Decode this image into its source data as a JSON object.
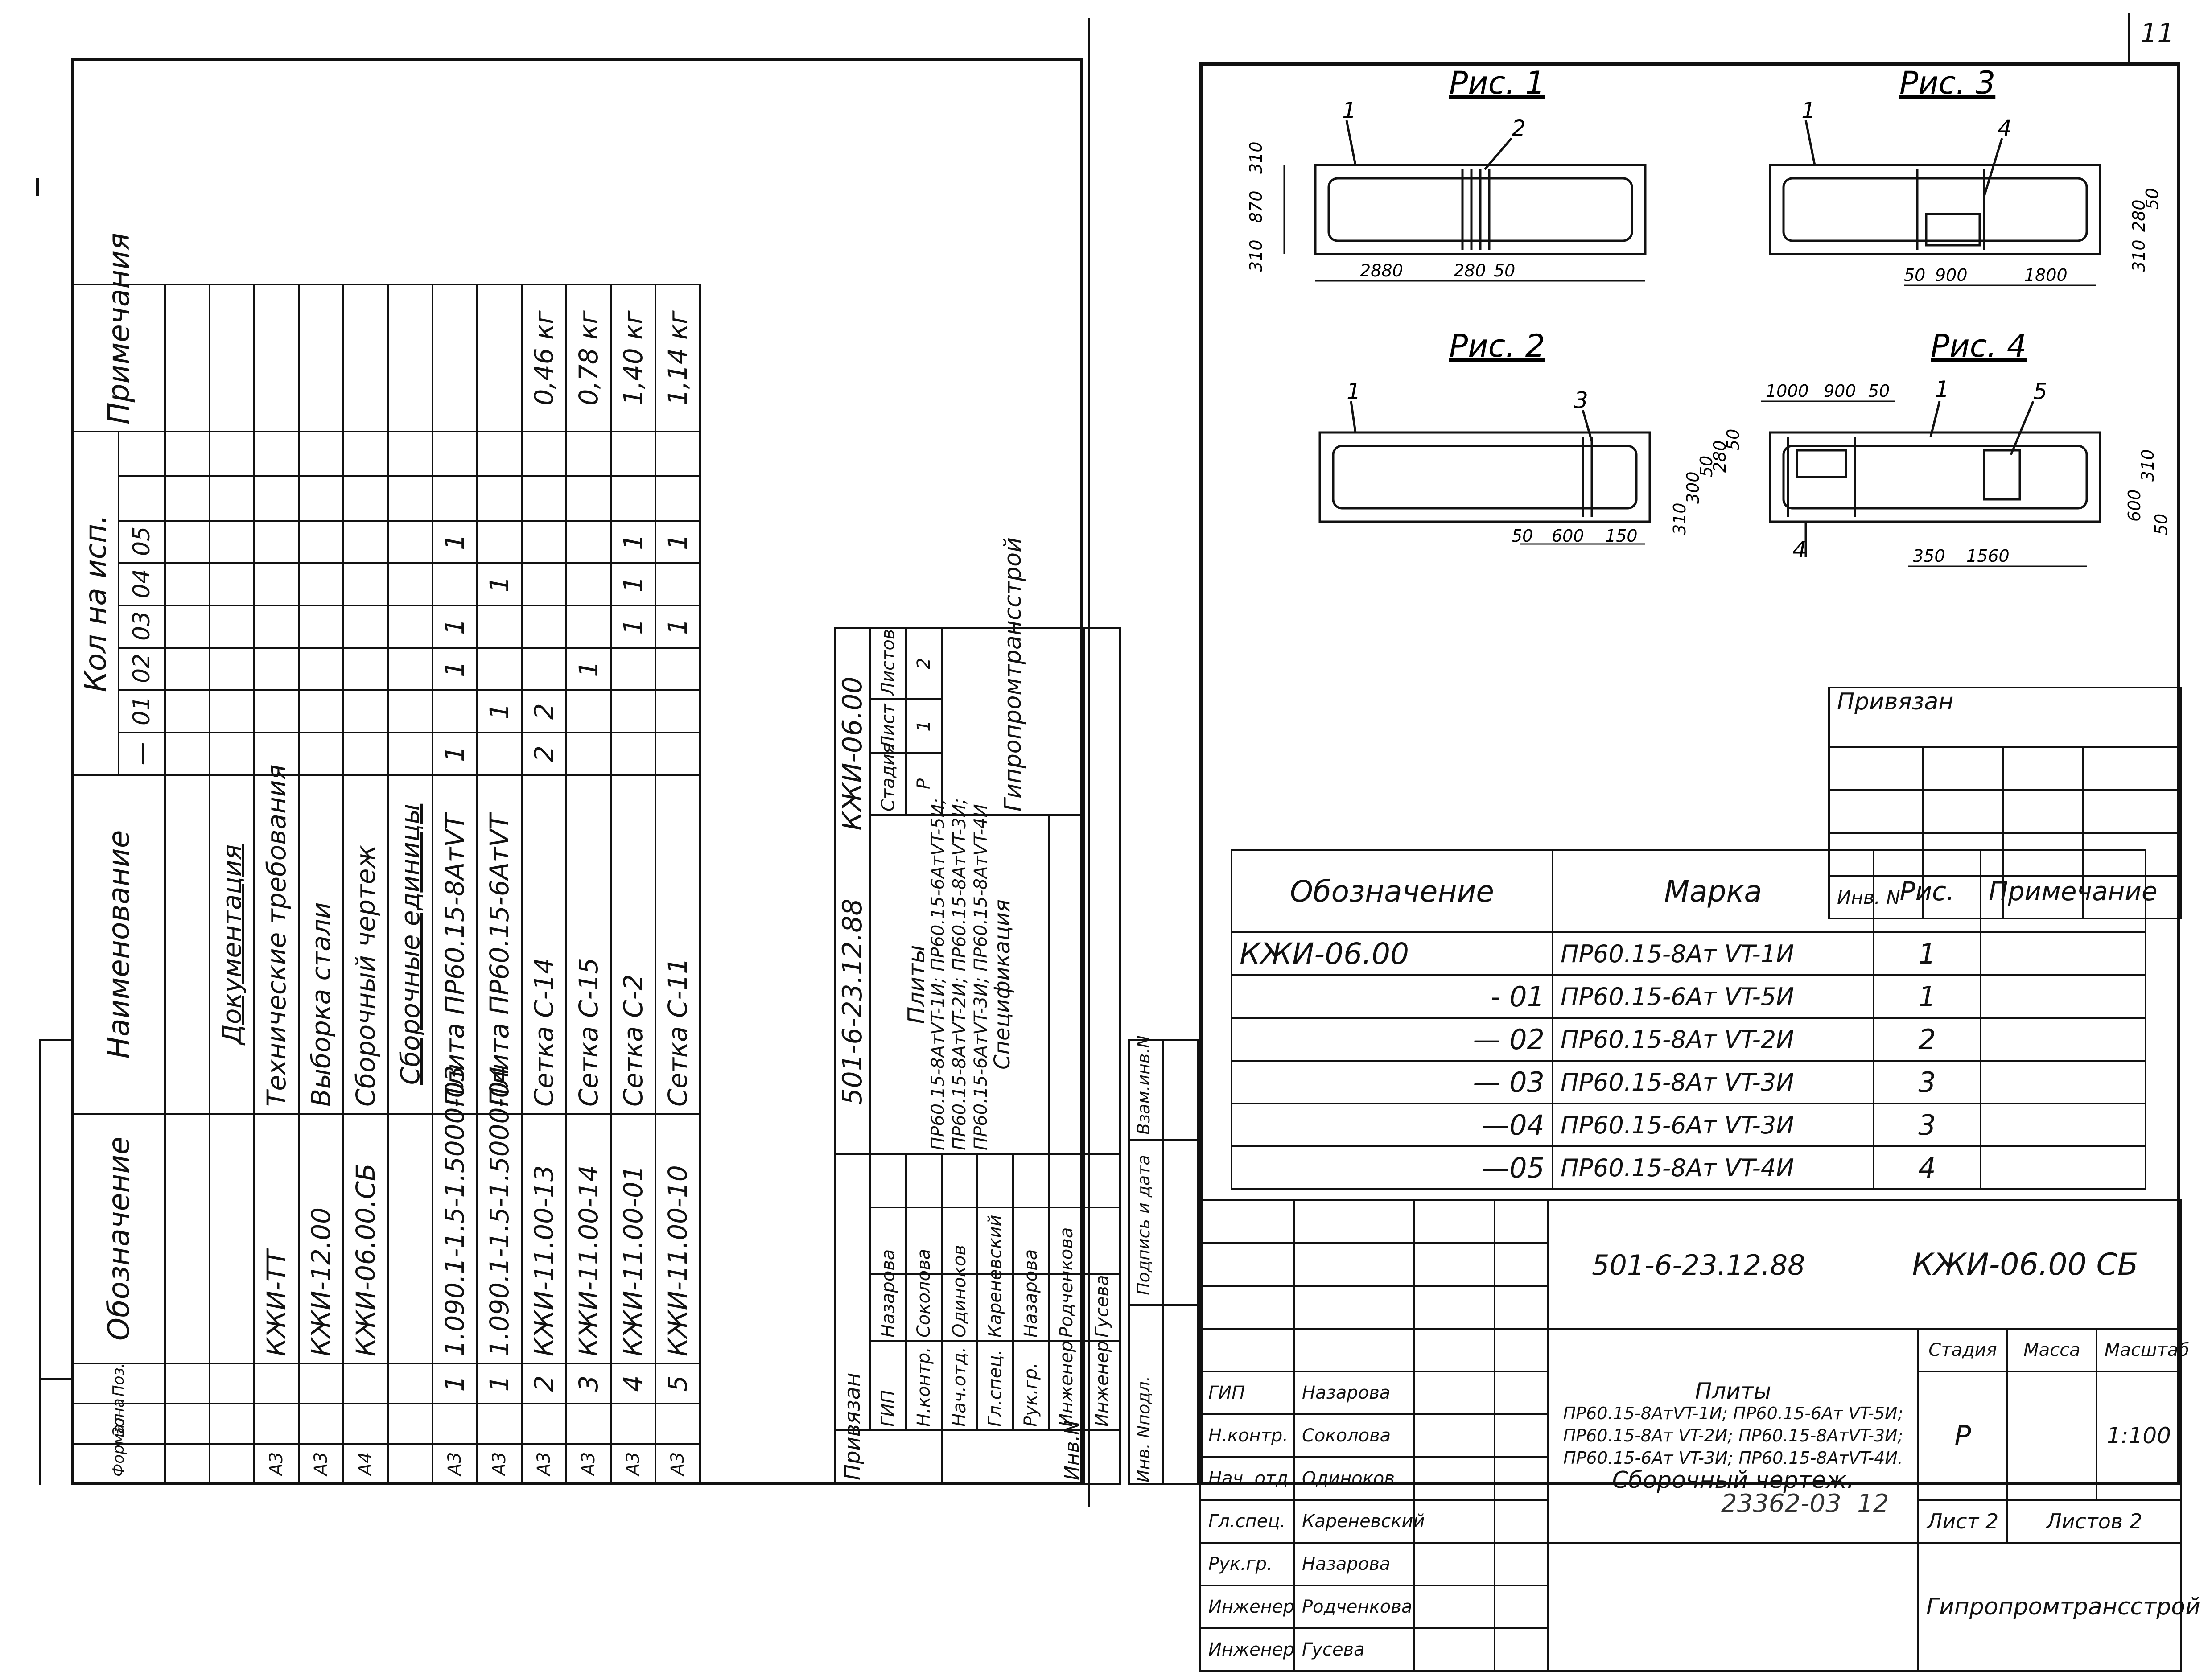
{
  "page_number": "11",
  "bottom_number": "23362-03  12",
  "left_sheet": {
    "headers": {
      "format": "Формат",
      "zone": "Зона",
      "pos": "Поз.",
      "designation": "Обозначение",
      "name": "Наименование",
      "qty": "Кол на исп.",
      "note": "Примечания",
      "variants": [
        "—",
        "01",
        "02",
        "03",
        "04",
        "05"
      ]
    },
    "sections": {
      "docs": "Документация",
      "units": "Сборочные единицы"
    },
    "doc_rows": [
      {
        "format": "А3",
        "designation": "КЖИ-ТТ",
        "name": "Технические требования"
      },
      {
        "format": "А3",
        "designation": "КЖИ-12.00",
        "name": "Выборка стали"
      },
      {
        "format": "А4",
        "designation": "КЖИ-06.00.СБ",
        "name": "Сборочный чертеж"
      }
    ],
    "unit_rows": [
      {
        "format": "А3",
        "pos": "1",
        "designation": "1.090.1-1.5-1.5000-03",
        "name": "Плита ПР60.15-8АтVT",
        "q": [
          "1",
          "",
          "1",
          "1",
          "",
          "1"
        ],
        "note": ""
      },
      {
        "format": "А3",
        "pos": "1",
        "designation": "1.090.1-1.5-1.5000-04",
        "name": "Плита ПР60.15-6АтVT",
        "q": [
          "",
          "1",
          "",
          "",
          "1",
          ""
        ],
        "note": ""
      },
      {
        "format": "А3",
        "pos": "2",
        "designation": "КЖИ-11.00-13",
        "name": "Сетка  С-14",
        "q": [
          "2",
          "2",
          "",
          "",
          "",
          ""
        ],
        "note": "0,46 кг"
      },
      {
        "format": "А3",
        "pos": "3",
        "designation": "КЖИ-11.00-14",
        "name": "Сетка  С-15",
        "q": [
          "",
          "",
          "1",
          "",
          "",
          ""
        ],
        "note": "0,78 кг"
      },
      {
        "format": "А3",
        "pos": "4",
        "designation": "КЖИ-11.00-01",
        "name": "Сетка  С-2",
        "q": [
          "",
          "",
          "",
          "1",
          "1",
          "1"
        ],
        "note": "1,40 кг"
      },
      {
        "format": "А3",
        "pos": "5",
        "designation": "КЖИ-11.00-10",
        "name": "Сетка  С-11",
        "q": [
          "",
          "",
          "",
          "1",
          "",
          "1"
        ],
        "note": "1,14 кг"
      }
    ],
    "stamp": {
      "bound": "Привязан",
      "inv": "Инв.N",
      "project": "501-6-23.12.88",
      "code": "КЖИ-06.00",
      "title": "Плиты",
      "desc_lines": [
        "ПР60.15-8АтVT-1И; ПР60.15-6АтVT-5И;",
        "ПР60.15-8АтVT-2И; ПР60.15-8АтVT-3И;",
        "ПР60.15-6АтVT-3И; ПР60.15-8АтVT-4И"
      ],
      "doc_type": "Спецификация",
      "stage_label": "Стадия",
      "sheet_label": "Лист",
      "sheets_label": "Листов",
      "stage": "Р",
      "sheet": "1",
      "sheets": "2",
      "org": "Гипропромтрансстрой",
      "people": [
        {
          "role": "ГИП",
          "name": "Назарова"
        },
        {
          "role": "Н.контр.",
          "name": "Соколова"
        },
        {
          "role": "Нач.отд.",
          "name": "Одиноков"
        },
        {
          "role": "Гл.спец.",
          "name": "Кареневский"
        },
        {
          "role": "Рук.гр.",
          "name": "Назарова"
        },
        {
          "role": "Инженер",
          "name": "Родченкова"
        },
        {
          "role": "Инженер",
          "name": "Гусева"
        }
      ]
    }
  },
  "right_sheet": {
    "figures": {
      "f1": {
        "title": "Рис. 1",
        "dims": [
          "310",
          "870",
          "310",
          "2880",
          "280",
          "50"
        ],
        "callouts": [
          "1",
          "2"
        ]
      },
      "f2": {
        "title": "Рис. 2",
        "dims": [
          "50",
          "600",
          "150",
          "310",
          "300",
          "50",
          "280",
          "50"
        ],
        "callouts": [
          "1",
          "3"
        ]
      },
      "f3": {
        "title": "Рис. 3",
        "dims": [
          "50",
          "900",
          "1800",
          "310",
          "280",
          "50"
        ],
        "callouts": [
          "1",
          "4"
        ]
      },
      "f4": {
        "title": "Рис. 4",
        "dims": [
          "1000",
          "900",
          "50",
          "350",
          "1560",
          "600",
          "310",
          "50"
        ],
        "callouts": [
          "1",
          "4",
          "5"
        ]
      }
    },
    "bound": "Привязан",
    "inv": "Инв. N",
    "marks": {
      "headers": [
        "Обозначение",
        "Марка",
        "Рис.",
        "Примечание"
      ],
      "rows": [
        {
          "designation": "КЖИ-06.00",
          "mark": "ПР60.15-8Ат VT-1И",
          "fig": "1"
        },
        {
          "designation": "- 01",
          "mark": "ПР60.15-6Ат VT-5И",
          "fig": "1"
        },
        {
          "designation": "— 02",
          "mark": "ПР60.15-8Ат VT-2И",
          "fig": "2"
        },
        {
          "designation": "— 03",
          "mark": "ПР60.15-8Ат VT-3И",
          "fig": "3"
        },
        {
          "designation": "—04",
          "mark": "ПР60.15-6Ат VT-3И",
          "fig": "3"
        },
        {
          "designation": "—05",
          "mark": "ПР60.15-8Ат VT-4И",
          "fig": "4"
        }
      ]
    },
    "side_labels": [
      "Инв. Nподл.",
      "Подпись и дата",
      "Взам.инв.N"
    ],
    "stamp": {
      "project": "501-6-23.12.88",
      "code": "КЖИ-06.00 СБ",
      "title": "Плиты",
      "desc_lines": [
        "ПР60.15-8АтVT-1И;  ПР60.15-6Ат VT-5И;",
        "ПР60.15-8Ат VT-2И; ПР60.15-8АтVT-3И;",
        "ПР60.15-6Ат VT-3И; ПР60.15-8АтVT-4И."
      ],
      "doc_type": "Сборочный чертеж.",
      "stage_label": "Стадия",
      "mass_label": "Масса",
      "scale_label": "Масштаб",
      "stage": "Р",
      "scale": "1:100",
      "sheet": "Лист 2",
      "sheets": "Листов 2",
      "org": "Гипропромтрансстрой",
      "people": [
        {
          "role": "ГИП",
          "name": "Назарова"
        },
        {
          "role": "Н.контр.",
          "name": "Соколова"
        },
        {
          "role": "Нач. отд.",
          "name": "Одиноков"
        },
        {
          "role": "Гл.спец.",
          "name": "Кареневский"
        },
        {
          "role": "Рук.гр.",
          "name": "Назарова"
        },
        {
          "role": "Инженер",
          "name": "Родченкова"
        },
        {
          "role": "Инженер",
          "name": "Гусева"
        }
      ]
    }
  }
}
